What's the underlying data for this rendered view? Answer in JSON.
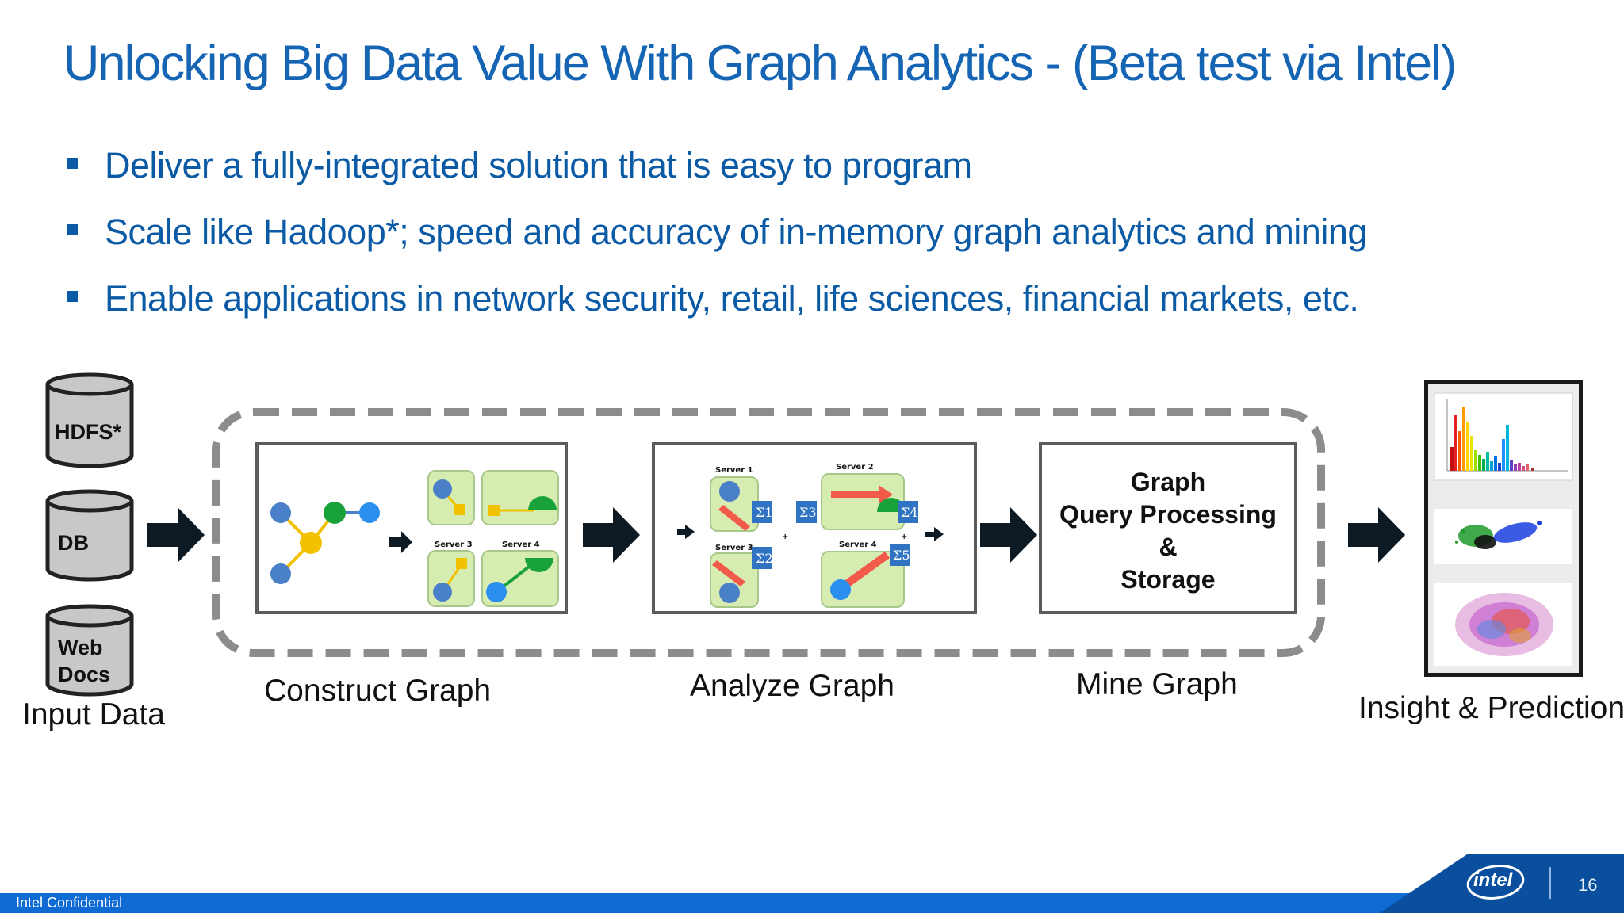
{
  "title": "Unlocking Big Data Value With Graph Analytics  - (Beta test via Intel)",
  "bullets": [
    "Deliver a fully-integrated solution that is easy to program",
    "Scale like Hadoop*; speed and accuracy of in-memory graph analytics and mining",
    "Enable applications in network security, retail, life sciences, financial markets, etc."
  ],
  "inputs": {
    "hdfs": "HDFS*",
    "db": "DB",
    "web_line1": "Web",
    "web_line2": "Docs",
    "label": "Input Data"
  },
  "construct": {
    "caption": "Construct Graph",
    "server3": "Server 3",
    "server4": "Server 4"
  },
  "analyze": {
    "caption": "Analyze Graph",
    "server1": "Server 1",
    "server2": "Server 2",
    "server3": "Server 3",
    "server4": "Server 4",
    "sigma1": "Σ1",
    "sigma2": "Σ2",
    "sigma3": "Σ3",
    "sigma4": "Σ4",
    "sigma5": "Σ5",
    "plus": "+"
  },
  "mine": {
    "caption": "Mine Graph",
    "line1": "Graph",
    "line2": "Query Processing",
    "line3": "&",
    "line4": "Storage"
  },
  "insight": {
    "caption": "Insight & Prediction"
  },
  "footer": {
    "confidential": "Intel Confidential",
    "logo": "intel",
    "page": "16"
  },
  "colors": {
    "title": "#1565b4",
    "bullet": "#0b5aa6",
    "footer_bar": "#0f6bd3",
    "footer_wedge": "#0a4f9e",
    "dashed_border": "#8c8c8c",
    "panel_border": "#5b5b5b",
    "tile_green": "#d7ecb0",
    "node_blue": "#4a80c8",
    "node_yellow": "#f2c200",
    "node_green": "#19a23a",
    "sigma_box": "#2f73c2",
    "red_arrow": "#f25a4a"
  }
}
